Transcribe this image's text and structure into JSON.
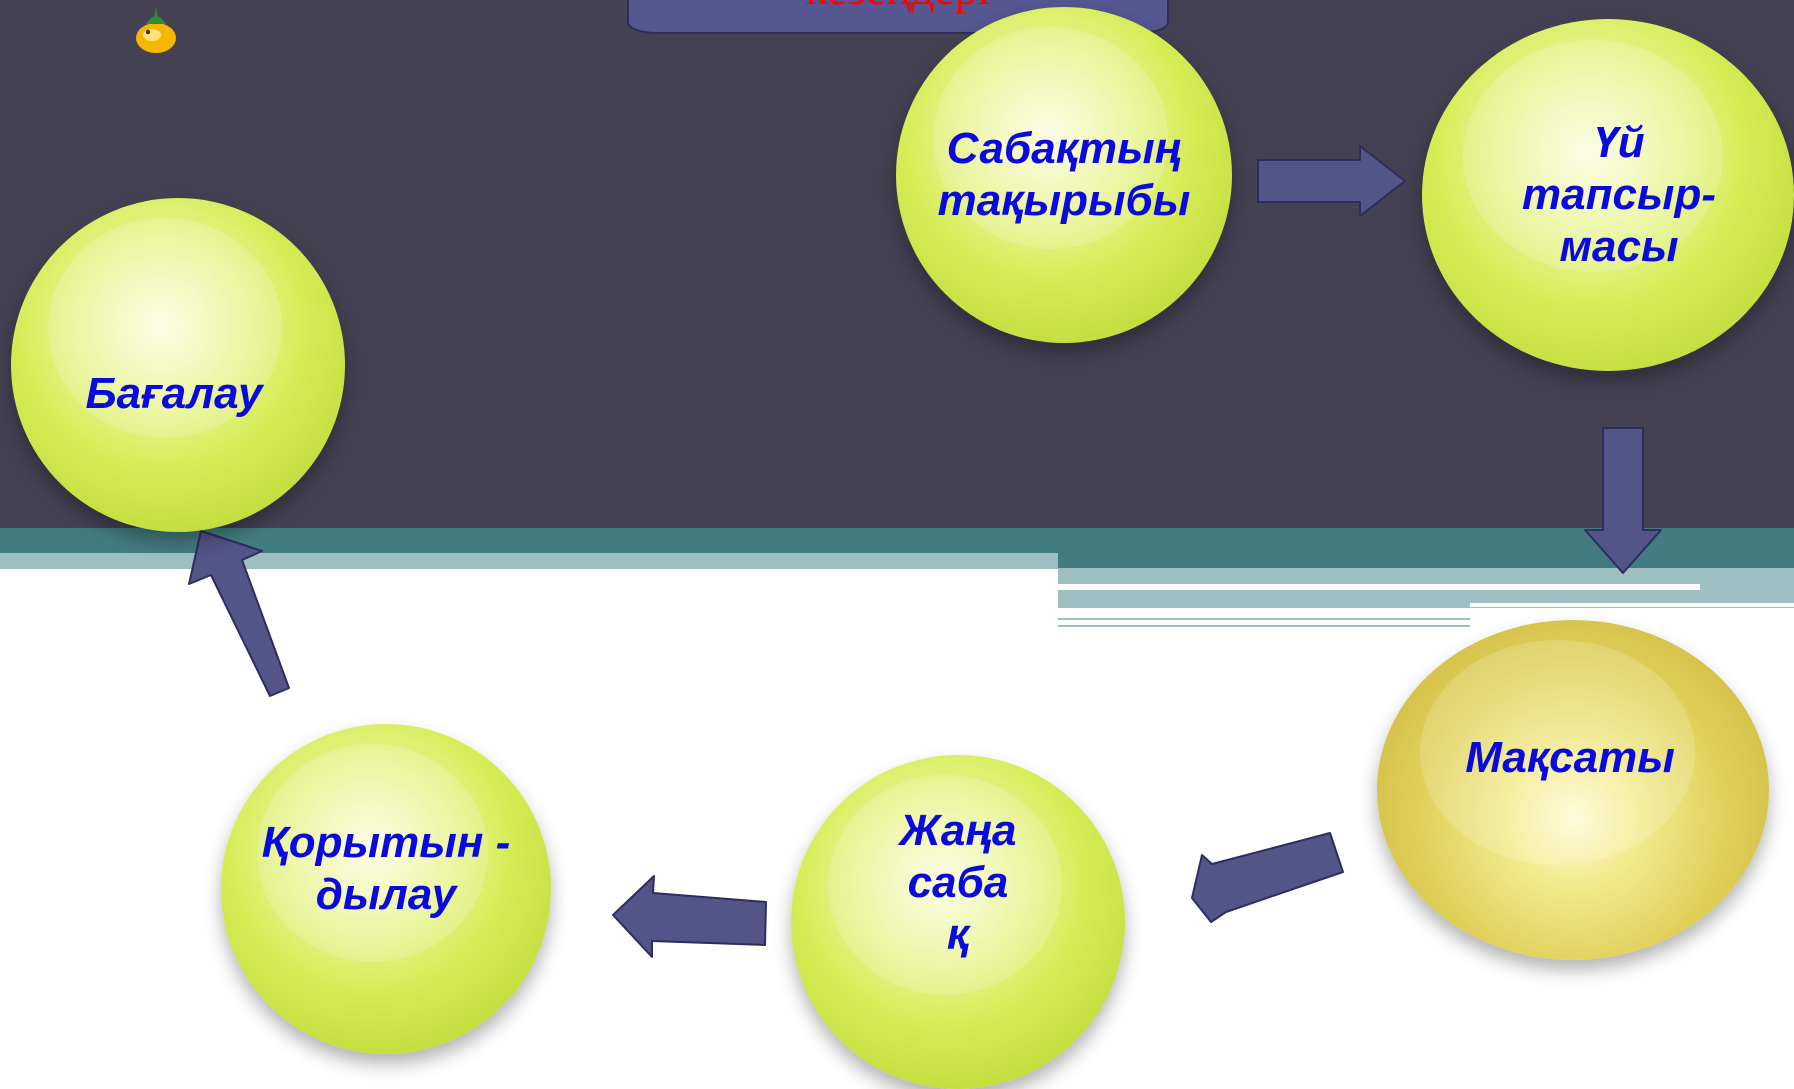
{
  "title": {
    "text": "кезеңдері"
  },
  "nodes": {
    "sabaktin": {
      "label": "Сабақтың\nтақырыбы"
    },
    "uy": {
      "label": "Үй\nтапсыр-\nмасы"
    },
    "maksaty": {
      "label": "Мақсаты"
    },
    "zhana": {
      "label": "Жаңа\nсаба\nқ"
    },
    "korytyn": {
      "label": "Қорытын -\nдылау"
    },
    "bagalau": {
      "label": "Бағалау"
    }
  },
  "colors": {
    "background_dark": "#434152",
    "teal": "#437c80",
    "arrow_fill": "#535487",
    "arrow_stroke": "#2e2d5e",
    "label_text": "#0a0add",
    "title_text": "#ff0000"
  },
  "edges": [
    {
      "from": "Сабақтың тақырыбы",
      "to": "Үй тапсырмасы"
    },
    {
      "from": "Үй тапсырмасы",
      "to": "Мақсаты"
    },
    {
      "from": "Мақсаты",
      "to": "Жаңа сабақ"
    },
    {
      "from": "Жаңа сабақ",
      "to": "Қорытындылау"
    },
    {
      "from": "Қорытындылау",
      "to": "Бағалау"
    }
  ]
}
